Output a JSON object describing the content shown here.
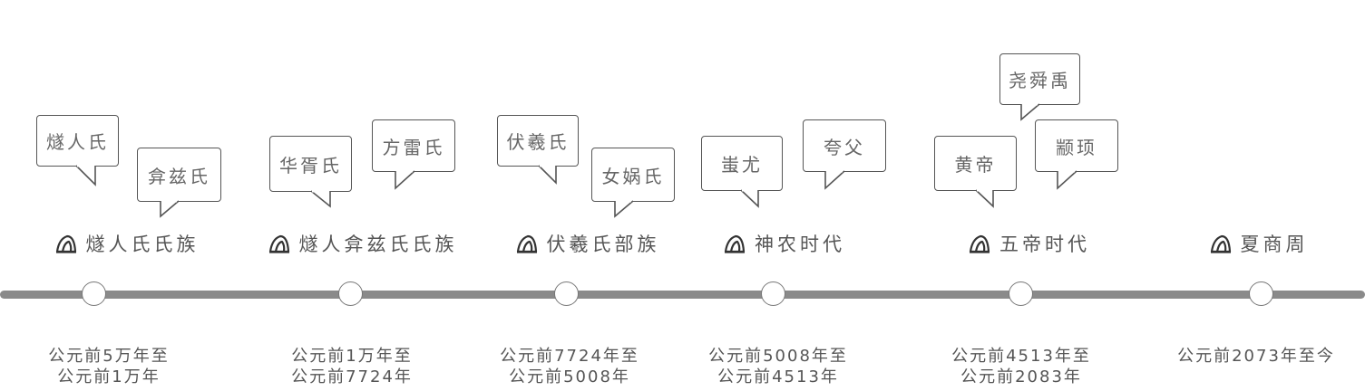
{
  "eras": [
    {
      "name": "燧人氏氏族",
      "date_lines": [
        "公元前5万年至",
        "公元前1万年"
      ],
      "bubbles": [
        "燧人氏",
        "弇兹氏"
      ]
    },
    {
      "name": "燧人弇兹氏氏族",
      "date_lines": [
        "公元前1万年至",
        "公元前7724年"
      ],
      "bubbles": [
        "华胥氏",
        "方雷氏"
      ]
    },
    {
      "name": "伏羲氏部族",
      "date_lines": [
        "公元前7724年至",
        "公元前5008年"
      ],
      "bubbles": [
        "伏羲氏",
        "女娲氏"
      ]
    },
    {
      "name": "神农时代",
      "date_lines": [
        "公元前5008年至",
        "公元前4513年"
      ],
      "bubbles": [
        "蚩尤",
        "夸父"
      ]
    },
    {
      "name": "五帝时代",
      "date_lines": [
        "公元前4513年至",
        "公元前2083年"
      ],
      "bubbles": [
        "黄帝",
        "尧舜禹",
        "颛顼"
      ]
    },
    {
      "name": "夏商周",
      "date_lines": [
        "公元前2073年至今"
      ],
      "bubbles": []
    }
  ],
  "era_icon": "tent-icon",
  "colors": {
    "line": "#8a8a8a",
    "text": "#555555",
    "bubble_border": "#555555"
  }
}
